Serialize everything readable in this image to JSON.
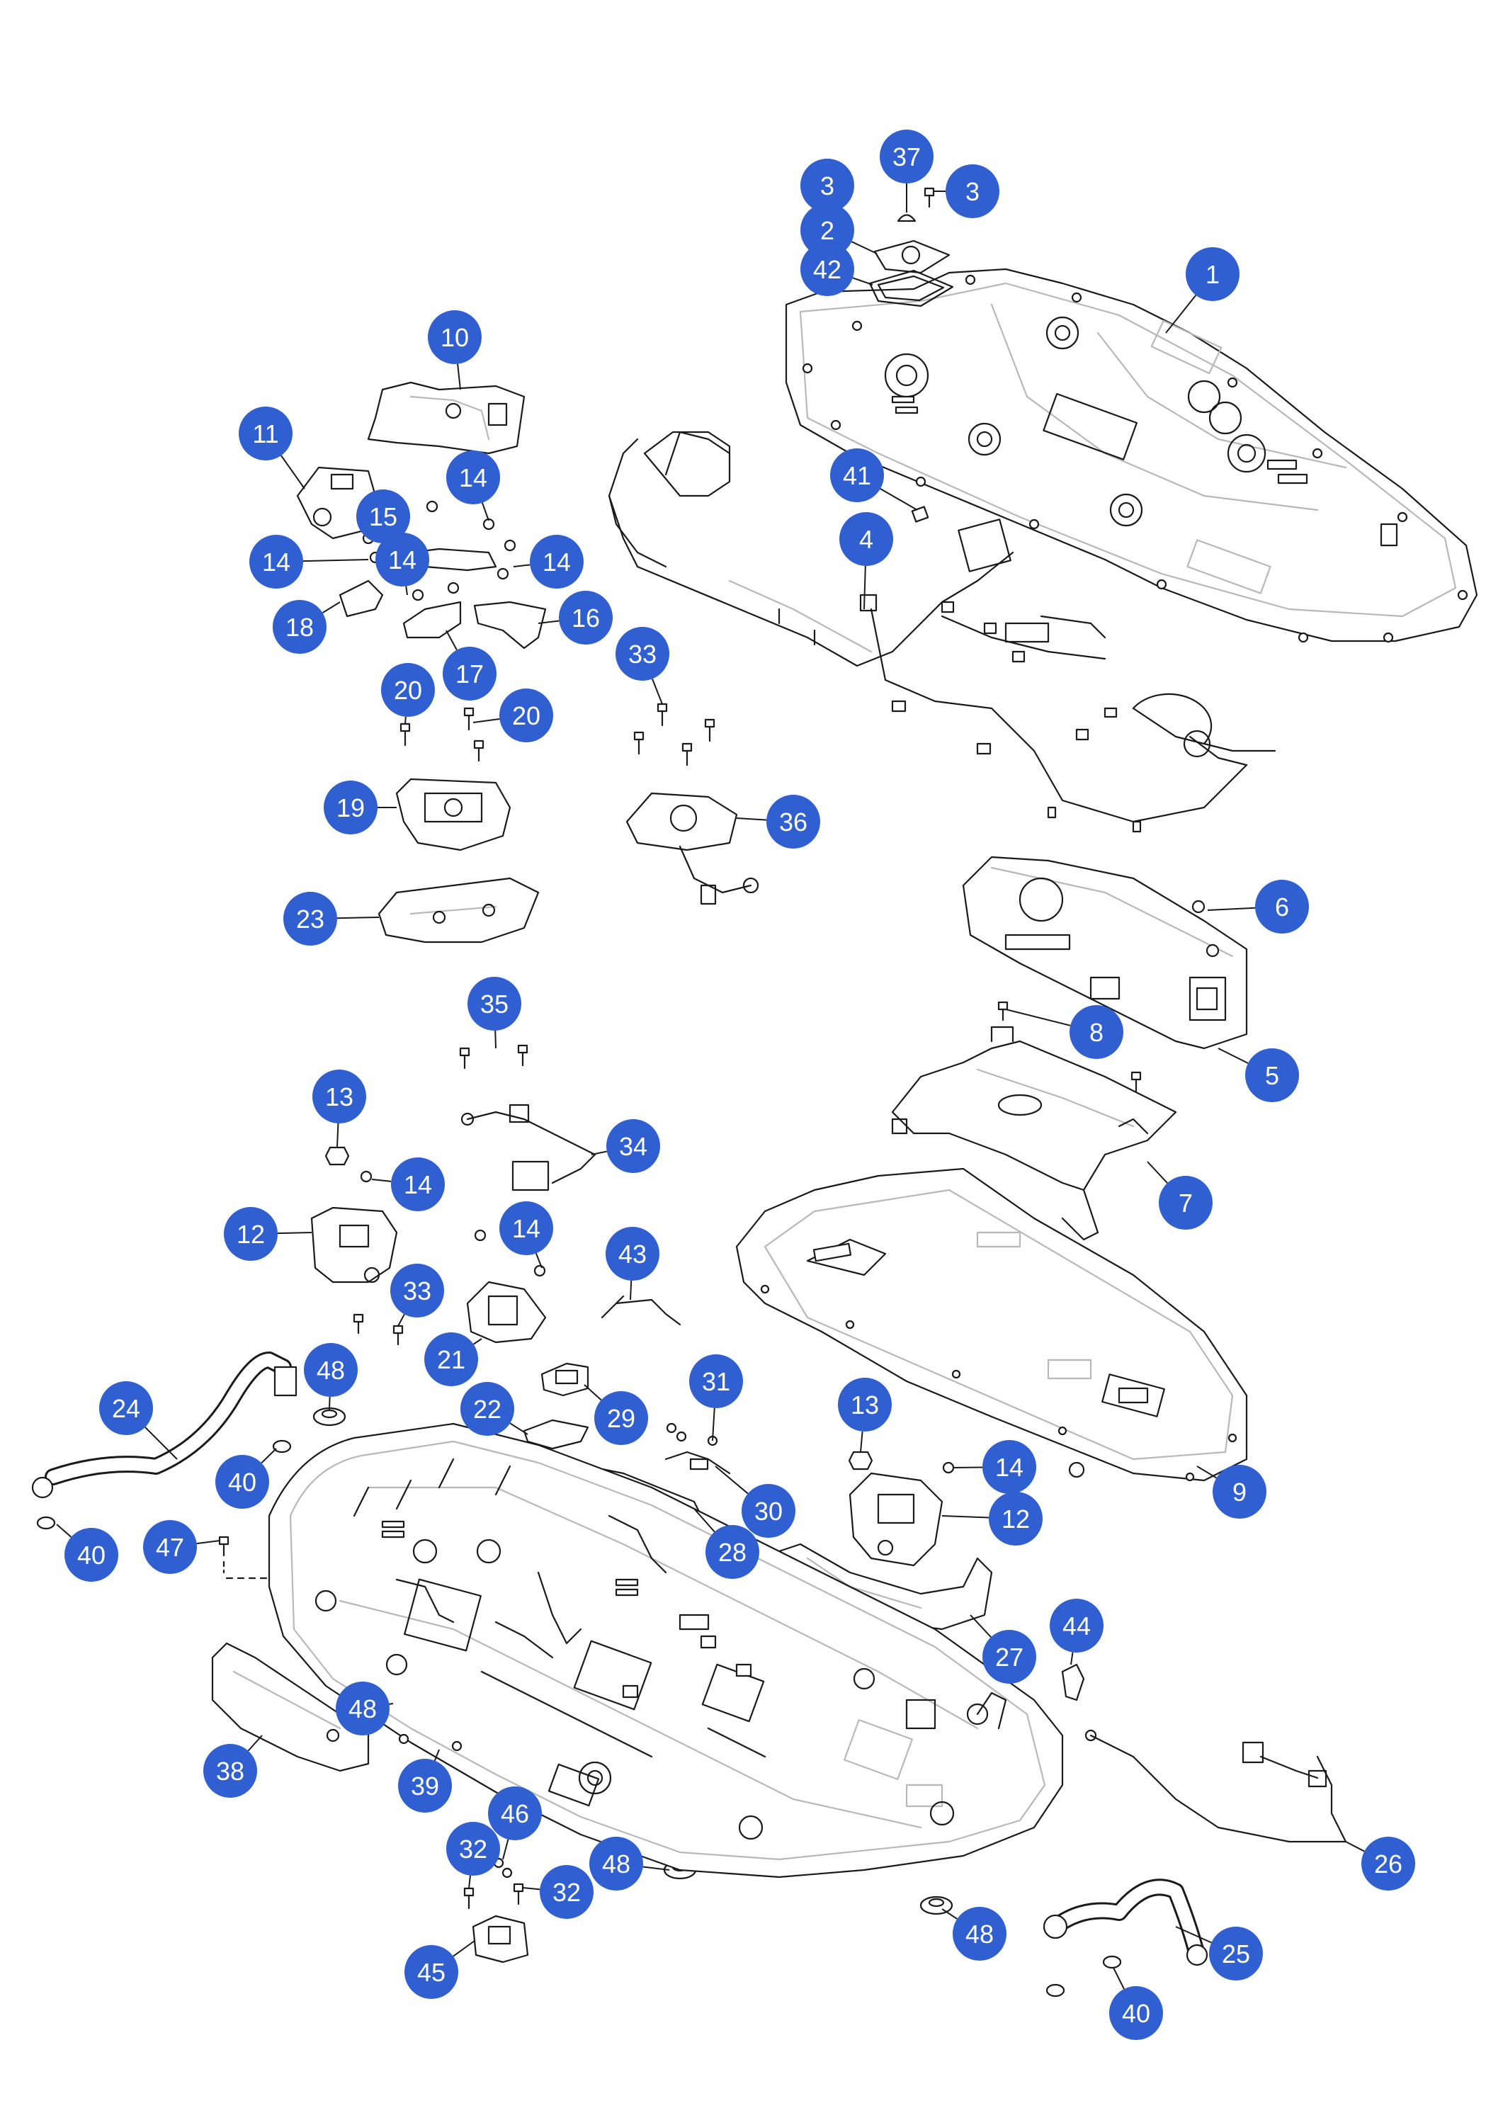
{
  "diagram": {
    "accent_color": "#2f5fd1",
    "line_color": "#1a1a1a",
    "light_line_color": "#b8b8b8",
    "callouts": [
      {
        "id": "c1",
        "label": "1"
      },
      {
        "id": "c2",
        "label": "2"
      },
      {
        "id": "c3a",
        "label": "3"
      },
      {
        "id": "c3b",
        "label": "3"
      },
      {
        "id": "c4",
        "label": "4"
      },
      {
        "id": "c5",
        "label": "5"
      },
      {
        "id": "c6",
        "label": "6"
      },
      {
        "id": "c7",
        "label": "7"
      },
      {
        "id": "c8",
        "label": "8"
      },
      {
        "id": "c9",
        "label": "9"
      },
      {
        "id": "c10",
        "label": "10"
      },
      {
        "id": "c11",
        "label": "11"
      },
      {
        "id": "c12a",
        "label": "12"
      },
      {
        "id": "c12b",
        "label": "12"
      },
      {
        "id": "c13a",
        "label": "13"
      },
      {
        "id": "c13b",
        "label": "13"
      },
      {
        "id": "c14a",
        "label": "14"
      },
      {
        "id": "c14b",
        "label": "14"
      },
      {
        "id": "c14c",
        "label": "14"
      },
      {
        "id": "c14d",
        "label": "14"
      },
      {
        "id": "c14e",
        "label": "14"
      },
      {
        "id": "c14f",
        "label": "14"
      },
      {
        "id": "c14g",
        "label": "14"
      },
      {
        "id": "c15",
        "label": "15"
      },
      {
        "id": "c16",
        "label": "16"
      },
      {
        "id": "c17",
        "label": "17"
      },
      {
        "id": "c18",
        "label": "18"
      },
      {
        "id": "c19",
        "label": "19"
      },
      {
        "id": "c20a",
        "label": "20"
      },
      {
        "id": "c20b",
        "label": "20"
      },
      {
        "id": "c21",
        "label": "21"
      },
      {
        "id": "c22",
        "label": "22"
      },
      {
        "id": "c23",
        "label": "23"
      },
      {
        "id": "c24",
        "label": "24"
      },
      {
        "id": "c25",
        "label": "25"
      },
      {
        "id": "c26",
        "label": "26"
      },
      {
        "id": "c27",
        "label": "27"
      },
      {
        "id": "c28",
        "label": "28"
      },
      {
        "id": "c29",
        "label": "29"
      },
      {
        "id": "c30",
        "label": "30"
      },
      {
        "id": "c31",
        "label": "31"
      },
      {
        "id": "c32a",
        "label": "32"
      },
      {
        "id": "c32b",
        "label": "32"
      },
      {
        "id": "c33a",
        "label": "33"
      },
      {
        "id": "c33b",
        "label": "33"
      },
      {
        "id": "c34",
        "label": "34"
      },
      {
        "id": "c35",
        "label": "35"
      },
      {
        "id": "c36",
        "label": "36"
      },
      {
        "id": "c37",
        "label": "37"
      },
      {
        "id": "c38",
        "label": "38"
      },
      {
        "id": "c39",
        "label": "39"
      },
      {
        "id": "c40a",
        "label": "40"
      },
      {
        "id": "c40b",
        "label": "40"
      },
      {
        "id": "c40c",
        "label": "40"
      },
      {
        "id": "c41",
        "label": "41"
      },
      {
        "id": "c42",
        "label": "42"
      },
      {
        "id": "c43",
        "label": "43"
      },
      {
        "id": "c44",
        "label": "44"
      },
      {
        "id": "c45",
        "label": "45"
      },
      {
        "id": "c46",
        "label": "46"
      },
      {
        "id": "c47",
        "label": "47"
      },
      {
        "id": "c48a",
        "label": "48"
      },
      {
        "id": "c48b",
        "label": "48"
      },
      {
        "id": "c48c",
        "label": "48"
      },
      {
        "id": "c48d",
        "label": "48"
      }
    ]
  }
}
